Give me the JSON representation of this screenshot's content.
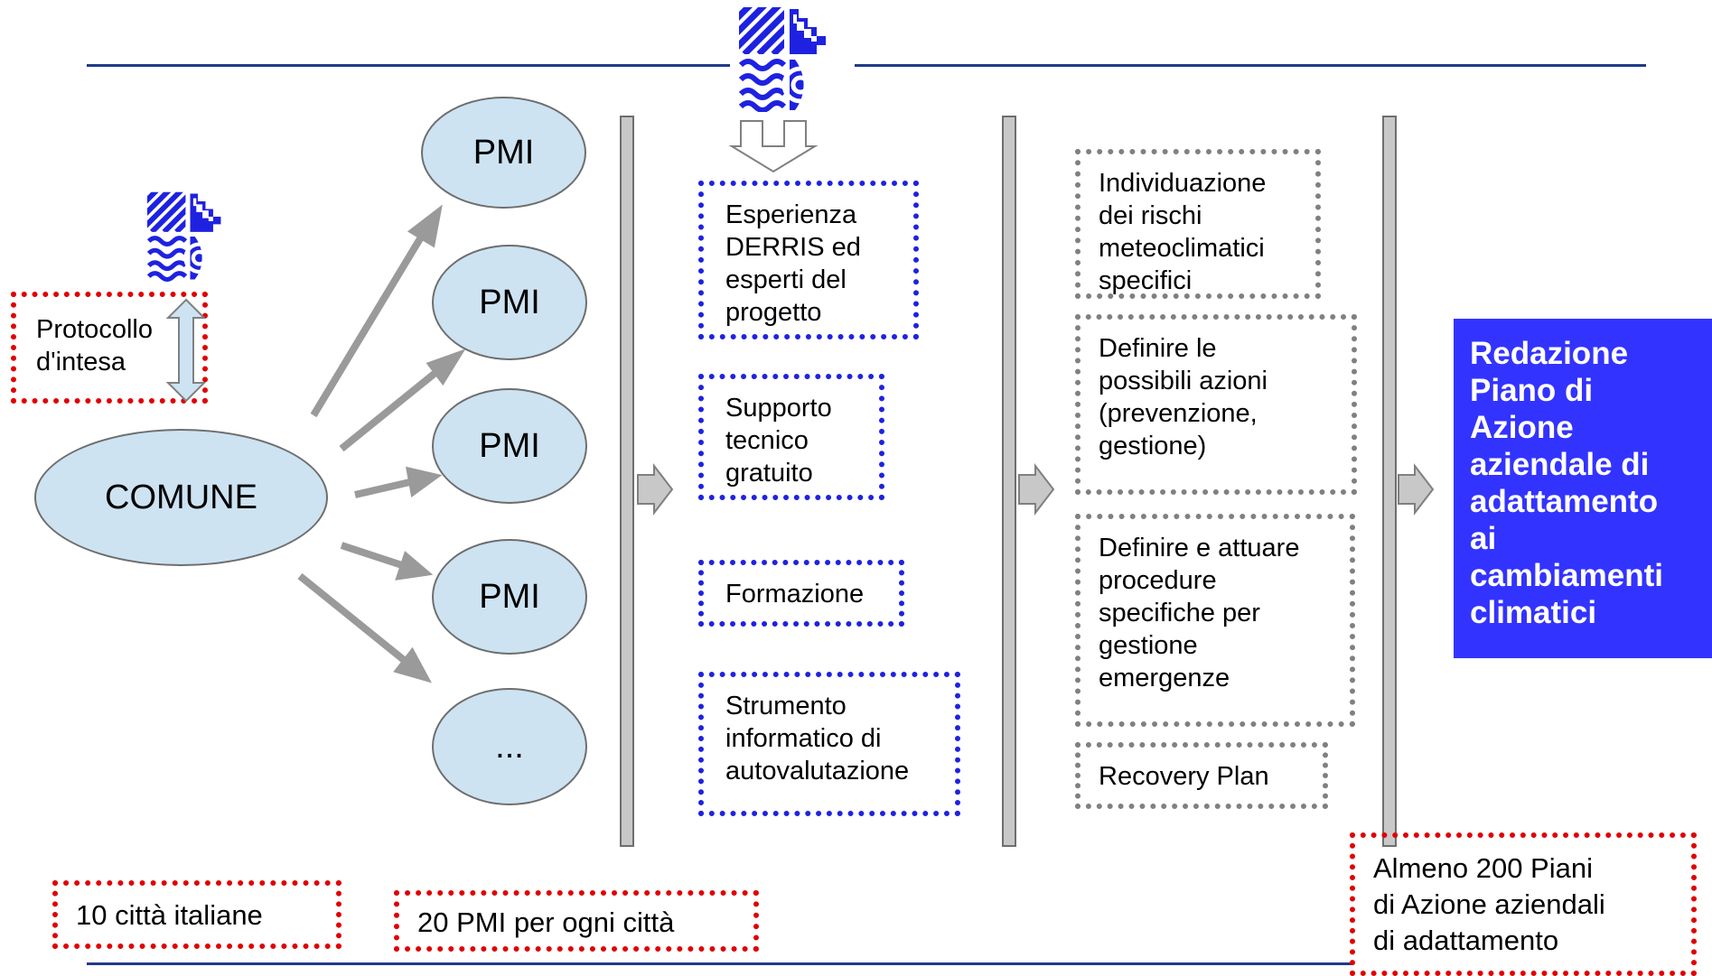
{
  "colors": {
    "ellipse_fill": "#cde3f2",
    "blue_border": "#1e22e0",
    "gray_border": "#808080",
    "red_border": "#e00000",
    "final_box": "#3333ff",
    "rule_line": "#1f3a8a"
  },
  "icons": {
    "top_logo": "derris-logo-icon",
    "left_logo": "derris-logo-icon"
  },
  "left": {
    "comune": "COMUNE",
    "protocollo": "Protocollo\nd'intesa"
  },
  "pmi": [
    "PMI",
    "PMI",
    "PMI",
    "PMI",
    "..."
  ],
  "support": [
    "Esperienza\nDERRIS ed\nesperti del\nprogetto",
    "Supporto\ntecnico\ngratuito",
    "Formazione",
    "Strumento\ninformatico di\nautovalutazione"
  ],
  "actions": [
    "Individuazione\ndei rischi\nmeteoclimatici\nspecifici",
    "Definire le\npossibili azioni\n(prevenzione,\ngestione)",
    "Definire e attuare\nprocedure\nspecifiche per\ngestione\nemergenze",
    "Recovery Plan"
  ],
  "result": "Redazione\nPiano di\nAzione\naziendale di\nadattamento\nai\ncambiamenti\nclimatici",
  "footer": {
    "citta": "10 città italiane",
    "pmi_per_citta": "20 PMI per ogni città",
    "piani": "Almeno 200 Piani\ndi Azione aziendali\ndi adattamento"
  }
}
